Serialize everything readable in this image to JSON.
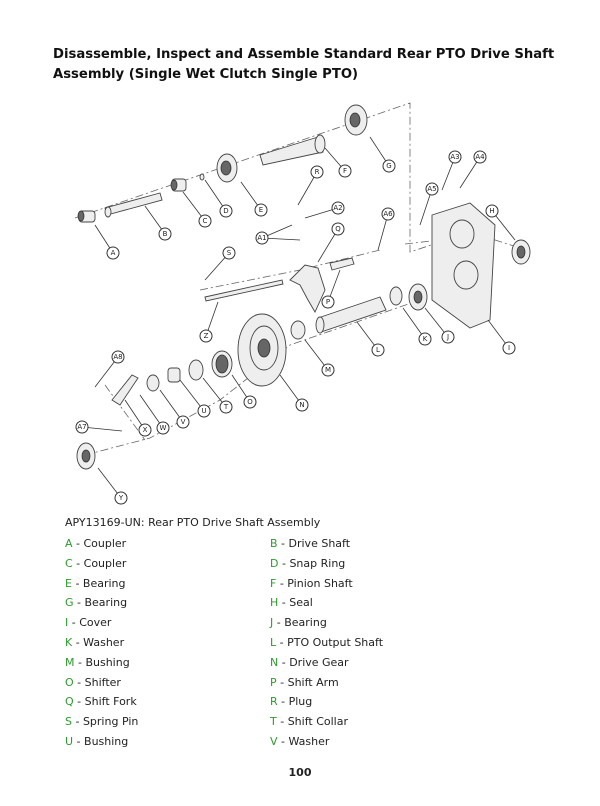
{
  "title": "Disassemble, Inspect and Assemble Standard Rear PTO Drive Shaft Assembly (Single Wet Clutch Single PTO)",
  "diagram": {
    "callouts": {
      "A": "A",
      "B": "B",
      "C": "C",
      "D": "D",
      "E": "E",
      "F": "F",
      "G": "G",
      "H": "H",
      "I": "I",
      "J": "J",
      "K": "K",
      "L": "L",
      "M": "M",
      "N": "N",
      "O": "O",
      "P": "P",
      "Q": "Q",
      "R": "R",
      "S": "S",
      "T": "T",
      "U": "U",
      "V": "V",
      "W": "W",
      "X": "X",
      "Y": "Y",
      "Z": "Z",
      "A1": "A1",
      "A2": "A2",
      "A3": "A3",
      "A4": "A4",
      "A5": "A5",
      "A6": "A6",
      "A7": "A7",
      "A8": "A8"
    }
  },
  "caption": "APY13169-UN: Rear PTO Drive Shaft Assembly",
  "legend": [
    [
      {
        "key": "A",
        "label": " - Coupler"
      },
      {
        "key": "B",
        "label": " - Drive Shaft"
      }
    ],
    [
      {
        "key": "C",
        "label": " - Coupler"
      },
      {
        "key": "D",
        "label": " - Snap Ring"
      }
    ],
    [
      {
        "key": "E",
        "label": " - Bearing"
      },
      {
        "key": "F",
        "label": " - Pinion Shaft"
      }
    ],
    [
      {
        "key": "G",
        "label": " - Bearing"
      },
      {
        "key": "H",
        "label": " - Seal"
      }
    ],
    [
      {
        "key": "I",
        "label": " - Cover"
      },
      {
        "key": "J",
        "label": " - Bearing"
      }
    ],
    [
      {
        "key": "K",
        "label": " - Washer"
      },
      {
        "key": "L",
        "label": " - PTO Output Shaft"
      }
    ],
    [
      {
        "key": "M",
        "label": " - Bushing"
      },
      {
        "key": "N",
        "label": " - Drive Gear"
      }
    ],
    [
      {
        "key": "O",
        "label": " - Shifter"
      },
      {
        "key": "P",
        "label": " - Shift Arm"
      }
    ],
    [
      {
        "key": "Q",
        "label": " - Shift Fork"
      },
      {
        "key": "R",
        "label": " - Plug"
      }
    ],
    [
      {
        "key": "S",
        "label": " - Spring Pin"
      },
      {
        "key": "T",
        "label": " - Shift Collar"
      }
    ],
    [
      {
        "key": "U",
        "label": " - Bushing"
      },
      {
        "key": "V",
        "label": " - Washer"
      }
    ]
  ],
  "page_number": "100"
}
